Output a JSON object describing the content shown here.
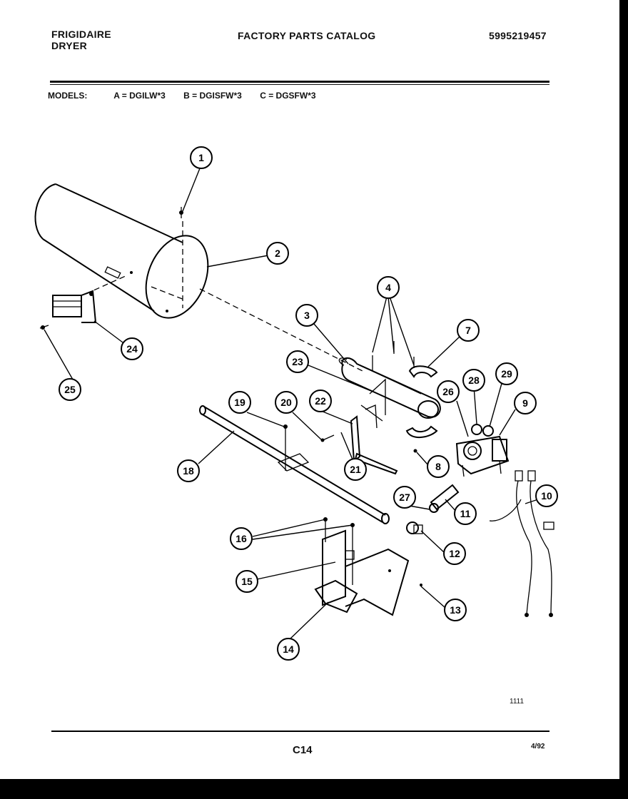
{
  "header": {
    "brand_line1": "FRIGIDAIRE",
    "brand_line2": "DRYER",
    "title": "FACTORY PARTS CATALOG",
    "catalog_number": "5995219457"
  },
  "models": {
    "label": "MODELS:",
    "a": "A = DGILW*3",
    "b": "B = DGISFW*3",
    "c": "C = DGSFW*3"
  },
  "callouts": [
    "1",
    "2",
    "3",
    "4",
    "7",
    "8",
    "9",
    "10",
    "11",
    "12",
    "13",
    "14",
    "15",
    "16",
    "18",
    "19",
    "20",
    "21",
    "22",
    "23",
    "24",
    "25",
    "26",
    "27",
    "28",
    "29"
  ],
  "diagram_code": "1111",
  "footer": {
    "page_code": "C14",
    "date_code": "4/92"
  }
}
